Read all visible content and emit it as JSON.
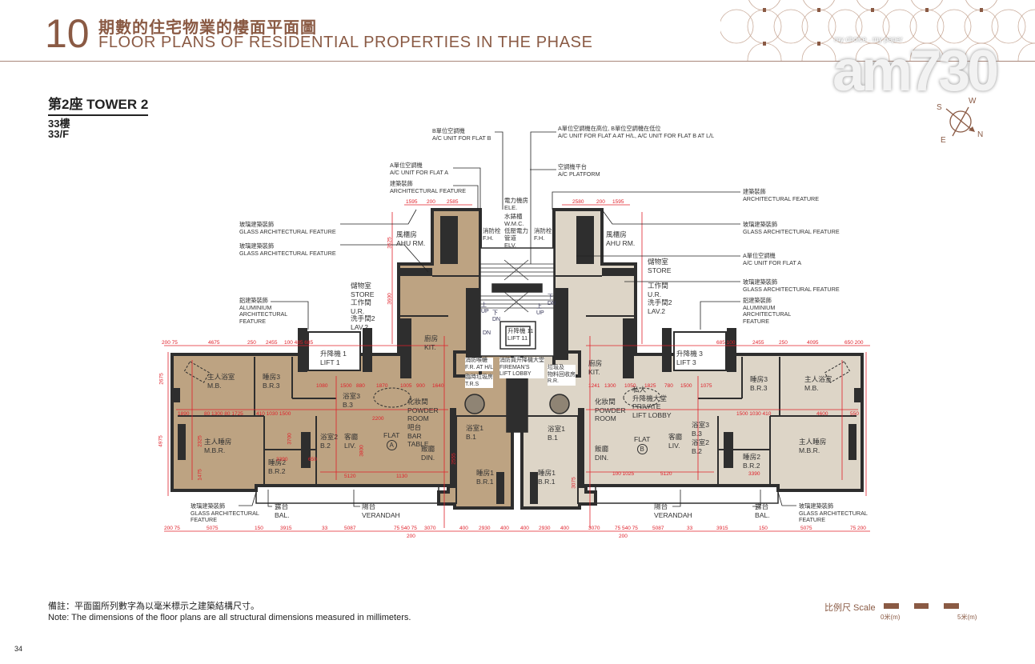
{
  "header": {
    "section_number": "10",
    "title_zh": "期數的住宅物業的樓面平面圖",
    "title_en": "FLOOR PLANS OF RESIDENTIAL PROPERTIES IN THE PHASE"
  },
  "watermark": {
    "tagline": "my choice . my paper",
    "logo": "am730"
  },
  "compass": {
    "n": "N",
    "s": "S",
    "e": "E",
    "w": "W"
  },
  "tower": {
    "title": "第2座 TOWER 2",
    "floor_zh": "33樓",
    "floor_en": "33/F"
  },
  "callouts": [
    "B單位空調機\nA/C UNIT FOR FLAT B",
    "A單位空調機在高位, B單位空調機在低位\nA/C UNIT FOR FLAT A AT H/L, A/C UNIT FOR FLAT B AT L/L",
    "A單位空調機\nA/C UNIT FOR FLAT A",
    "空調機平台\nA/C PLATFORM",
    "建築裝飾\nARCHITECTURAL FEATURE",
    "建築裝飾\nARCHITECTURAL FEATURE",
    "玻璃建築裝飾\nGLASS ARCHITECTURAL FEATURE",
    "玻璃建築裝飾\nGLASS ARCHITECTURAL FEATURE",
    "玻璃建築裝飾\nGLASS ARCHITECTURAL FEATURE",
    "A單位空調機\nA/C UNIT FOR FLAT A",
    "玻璃建築裝飾\nGLASS ARCHITECTURAL FEATURE",
    "鋁建築裝飾\nALUMINIUM\nARCHITECTURAL\nFEATURE",
    "鋁建築裝飾\nALUMINIUM\nARCHITECTURAL\nFEATURE",
    "玻璃建築裝飾\nGLASS ARCHITECTURAL\nFEATURE",
    "玻璃建築裝飾\nGLASS ARCHITECTURAL\nFEATURE"
  ],
  "flat_a": {
    "flat_label": "FLAT",
    "flat_id": "A",
    "rooms": [
      "風櫃房\nAHU RM.",
      "儲物室\nSTORE",
      "工作間\nU.R.",
      "洗手間2\nLAV.2",
      "廚房\nKIT.",
      "升降機 1\nLIFT 1",
      "主人浴室\nM.B.",
      "睡房3\nB.R.3",
      "浴室3\nB.3",
      "化妝間\nPOWDER\nROOM",
      "吧台\nBAR\nTABLE",
      "主人睡房\nM.B.R.",
      "浴室2\nB.2",
      "客廳\nLIV.",
      "飯廳\nDIN.",
      "睡房2\nB.R.2",
      "浴室1\nB.1",
      "睡房1\nB.R.1",
      "露台\nBAL.",
      "陽台\nVERANDAH"
    ]
  },
  "core": {
    "rooms": [
      "電力機房\nELE.",
      "水錶櫃\nW.M.C.\n低壓電力\n管道\nELV.",
      "消防栓\nF.H.",
      "消防栓\nF.H.",
      "升降機 11\nLIFT 11",
      "消防喉轆\nF.R. AT H/L",
      "消防員升降機大堂\nFIREMAN'S\nLIFT LOBBY",
      "垃圾及\n物料回收房\nR.R.",
      "臨時垃圾房\nT.R.S",
      "上\nUP",
      "下\nDN",
      "上\nUP",
      "下\nDN",
      "DN"
    ]
  },
  "flat_b": {
    "flat_label": "FLAT",
    "flat_id": "B",
    "rooms": [
      "風櫃房\nAHU RM.",
      "儲物室\nSTORE",
      "工作間\nU.R.",
      "洗手間2\nLAV.2",
      "升降機 3\nLIFT 3",
      "廚房\nKIT.",
      "睡房3\nB.R.3",
      "主人浴室\nM.B.",
      "化妝間\nPOWDER\nROOM",
      "私人\n升降機大堂\nPRIVATE\nLIFT  LOBBY",
      "浴室1\nB.1",
      "浴室3\nB.3",
      "浴室2\nB.2",
      "客廳\nLIV.",
      "飯廳\nDIN.",
      "睡房2\nB.R.2",
      "主人睡房\nM.B.R.",
      "睡房1\nB.R.1",
      "陽台\nVERANDAH",
      "露台\nBAL."
    ]
  },
  "dimensions": {
    "bottom": [
      "200 75",
      "5075",
      "150",
      "3915",
      "33",
      "5087",
      "75 540 75",
      "3070",
      "400",
      "2930",
      "400",
      "400",
      "2930",
      "400",
      "3070",
      "75 540 75",
      "5087",
      "33",
      "3915",
      "150",
      "5075",
      "75 200"
    ],
    "bottom_center": [
      "200",
      "200"
    ],
    "top_left": [
      "200 75",
      "4675",
      "250",
      "2455",
      "100 485 685"
    ],
    "top_right": [
      "685 100",
      "2455",
      "250",
      "4095",
      "650 200"
    ],
    "ahu_left": [
      "1595",
      "200",
      "2585"
    ],
    "ahu_right": [
      "2580",
      "200",
      "1595"
    ],
    "inner_a": [
      "1890",
      "80 1300 80 1725",
      "410 1030 1500",
      "3390",
      "650",
      "5120",
      "1130",
      "2200",
      "1080",
      "1500",
      "880",
      "1870",
      "1005",
      "900",
      "1640"
    ],
    "inner_b": [
      "4600",
      "550",
      "1500 1030 410",
      "3390",
      "5120",
      "100 1025",
      "1241",
      "1300",
      "1050",
      "1825",
      "780",
      "1500",
      "1075"
    ],
    "vertical": [
      "4975",
      "2675",
      "3525",
      "3600",
      "3075",
      "3700",
      "2325",
      "1475",
      "3800",
      "2555"
    ]
  },
  "notes": {
    "zh": "備註：平面圖所列數字為以毫米標示之建築結構尺寸。",
    "en": "Note:  The dimensions of the floor plans are all structural dimensions measured in millimeters."
  },
  "scale": {
    "label": "比例尺 Scale",
    "min": "0米(m)",
    "max": "5米(m)"
  },
  "page_number": "34",
  "colors": {
    "brand": "#8a5a44",
    "flat_a": "#bda382",
    "flat_b": "#ddd5c7",
    "wall": "#2e2e2e",
    "dimension": "#e0202a"
  }
}
